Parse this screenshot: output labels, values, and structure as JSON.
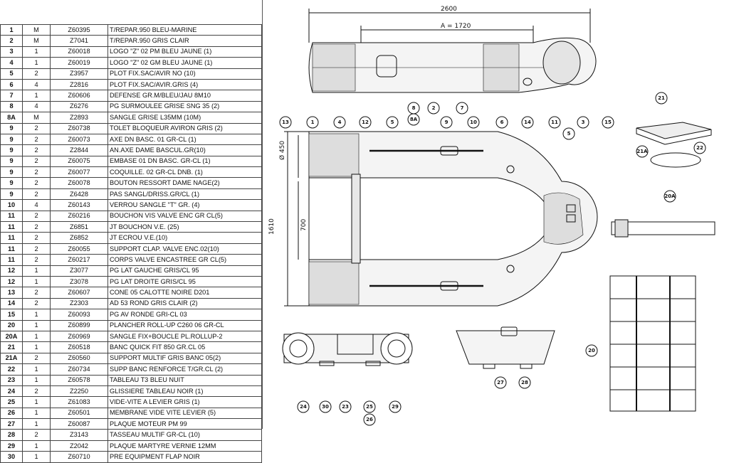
{
  "parts": [
    [
      "1",
      "M",
      "Z60395",
      "T/REPAR.950 BLEU-MARINE"
    ],
    [
      "2",
      "M",
      "Z7041",
      "T/REPAR.950 GRIS CLAIR"
    ],
    [
      "3",
      "1",
      "Z60018",
      "LOGO \"Z\" 02 PM BLEU JAUNE (1)"
    ],
    [
      "4",
      "1",
      "Z60019",
      "LOGO \"Z\" 02 GM BLEU JAUNE (1)"
    ],
    [
      "5",
      "2",
      "Z3957",
      "PLOT FIX.SAC/AVIR NO (10)"
    ],
    [
      "6",
      "4",
      "Z2816",
      "PLOT FIX.SAC/AVIR.GRIS (4)"
    ],
    [
      "7",
      "1",
      "Z60606",
      "DEFENSE GR.M/BLEU/JAU 8M10"
    ],
    [
      "8",
      "4",
      "Z6276",
      "PG SURMOULEE GRISE SNG 35 (2)"
    ],
    [
      "8A",
      "M",
      "Z2893",
      "SANGLE GRISE L35MM (10M)"
    ],
    [
      "9",
      "2",
      "Z60738",
      "TOLET BLOQUEUR AVIRON GRIS (2)"
    ],
    [
      "9",
      "2",
      "Z60073",
      "AXE DN BASC. 01 GR-CL (1)"
    ],
    [
      "9",
      "2",
      "Z2844",
      "AN.AXE DAME BASCUL.GR(10)"
    ],
    [
      "9",
      "2",
      "Z60075",
      "EMBASE 01 DN BASC. GR-CL (1)"
    ],
    [
      "9",
      "2",
      "Z60077",
      "COQUILLE. 02 GR-CL DNB. (1)"
    ],
    [
      "9",
      "2",
      "Z60078",
      "BOUTON RESSORT DAME NAGE(2)"
    ],
    [
      "9",
      "2",
      "Z6428",
      "PAS SANGL/DRISS.GR/CL (1)"
    ],
    [
      "10",
      "4",
      "Z60143",
      "VERROU SANGLE \"T\" GR. (4)"
    ],
    [
      "11",
      "2",
      "Z60216",
      "BOUCHON VIS VALVE ENC GR CL(5)"
    ],
    [
      "11",
      "2",
      "Z6851",
      "JT BOUCHON V.E. (25)"
    ],
    [
      "11",
      "2",
      "Z6852",
      "JT ECROU V.E.(10)"
    ],
    [
      "11",
      "2",
      "Z60055",
      "SUPPORT CLAP. VALVE ENC.02(10)"
    ],
    [
      "11",
      "2",
      "Z60217",
      "CORPS VALVE ENCASTREE GR CL(5)"
    ],
    [
      "12",
      "1",
      "Z3077",
      "PG LAT GAUCHE GRIS/CL 95"
    ],
    [
      "12",
      "1",
      "Z3078",
      "PG LAT DROITE GRIS/CL 95"
    ],
    [
      "13",
      "2",
      "Z60607",
      "CONE 05 CALOTTE NOIRE D201"
    ],
    [
      "14",
      "2",
      "Z2303",
      "AD 53 ROND GRIS CLAIR (2)"
    ],
    [
      "15",
      "1",
      "Z60093",
      "PG AV RONDE GRI-CL 03"
    ],
    [
      "20",
      "1",
      "Z60899",
      "PLANCHER ROLL-UP C260 06 GR-CL"
    ],
    [
      "20A",
      "1",
      "Z60969",
      "SANGLE FIX+BOUCLE PL.ROLLUP-2"
    ],
    [
      "21",
      "1",
      "Z60518",
      "BANC QUICK FIT 850 GR.CL 05"
    ],
    [
      "21A",
      "2",
      "Z60560",
      "SUPPORT MULTIF GRIS BANC 05(2)"
    ],
    [
      "22",
      "1",
      "Z60734",
      "SUPP BANC RENFORCE T/GR.CL (2)"
    ],
    [
      "23",
      "1",
      "Z60578",
      "TABLEAU T3 BLEU NUIT"
    ],
    [
      "24",
      "2",
      "Z2250",
      "GLISSIERE TABLEAU NOIR (1)"
    ],
    [
      "25",
      "1",
      "Z61083",
      "VIDE-VITE A LEVIER GRIS (1)"
    ],
    [
      "26",
      "1",
      "Z60501",
      "MEMBRANE VIDE VITE LEVIER (5)"
    ],
    [
      "27",
      "1",
      "Z60087",
      "PLAQUE MOTEUR PM 99"
    ],
    [
      "28",
      "2",
      "Z3143",
      "TASSEAU MULTIF GR-CL (10)"
    ],
    [
      "29",
      "1",
      "Z2042",
      "PLAQUE MARTYRE VERNIE 12MM"
    ],
    [
      "30",
      "1",
      "Z60710",
      "PRE EQUIPMENT FLAP NOIR"
    ]
  ],
  "dimensions": {
    "length": "2600",
    "a": "A = 1720",
    "diameter": "Ø 450",
    "width": "1610",
    "inner": "700"
  },
  "callouts": [
    "13",
    "1",
    "4",
    "12",
    "5",
    "8A",
    "9",
    "10",
    "6",
    "11",
    "3",
    "2",
    "7",
    "14",
    "15",
    "8",
    "5",
    "21",
    "21A",
    "22",
    "20A",
    "20",
    "24",
    "30",
    "23",
    "25",
    "26",
    "29",
    "27",
    "28"
  ]
}
